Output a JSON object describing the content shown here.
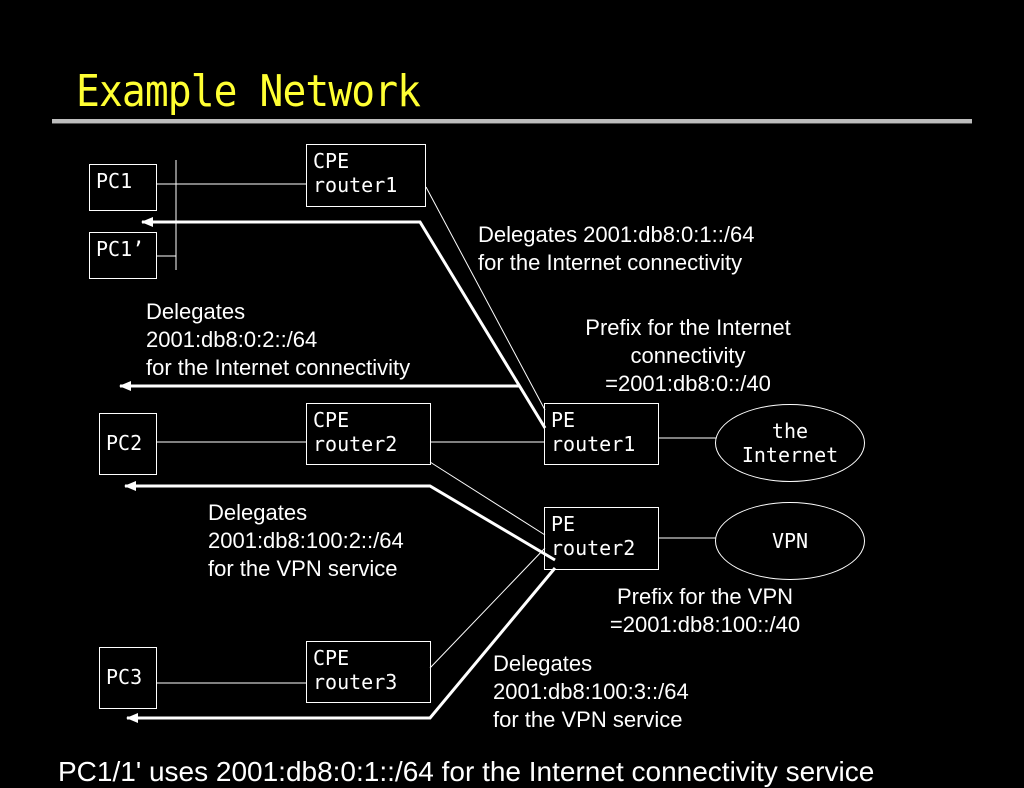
{
  "slide": {
    "title": "Example Network",
    "footer": "PC1/1' uses 2001:db8:0:1::/64 for the Internet connectivity service"
  },
  "nodes": {
    "pc1": "PC1",
    "pc1_prime": "PC1’",
    "pc2": "PC2",
    "pc3": "PC3",
    "cpe_router1": "CPE\nrouter1",
    "cpe_router2": "CPE\nrouter2",
    "cpe_router3": "CPE\nrouter3",
    "pe_router1": "PE\nrouter1",
    "pe_router2": "PE\nrouter2",
    "internet": "the\nInternet",
    "vpn": "VPN"
  },
  "annotations": {
    "delegate_cpe1": "Delegates 2001:db8:0:1::/64\nfor the Internet connectivity",
    "delegate_cpe2_internet": "Delegates\n2001:db8:0:2::/64\nfor the Internet connectivity",
    "internet_prefix": "Prefix for the Internet\nconnectivity\n=2001:db8:0::/40",
    "delegate_cpe2_vpn": "Delegates\n2001:db8:100:2::/64\nfor the VPN service",
    "vpn_prefix": "Prefix for the VPN\n=2001:db8:100::/40",
    "delegate_cpe3_vpn": "Delegates\n2001:db8:100:3::/64\nfor the VPN service"
  },
  "colors": {
    "background": "#000000",
    "title": "#ffff33",
    "lines": "#ffffff"
  }
}
